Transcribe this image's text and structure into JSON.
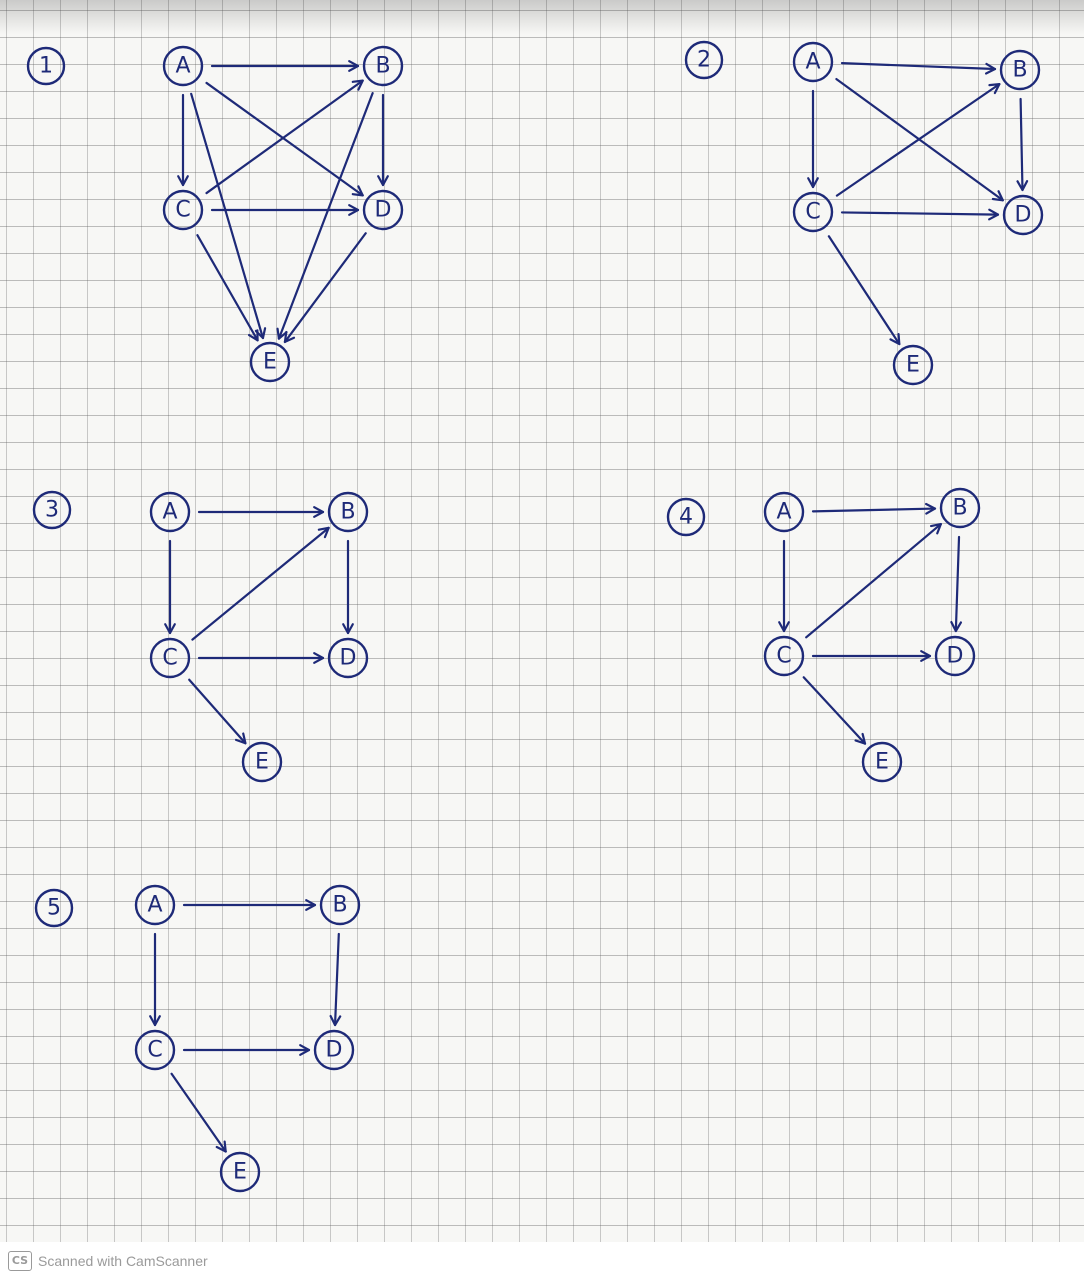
{
  "colors": {
    "ink": "#1e2a78"
  },
  "footer": {
    "logo": "CS",
    "text": "Scanned with CamScanner"
  },
  "figures": [
    {
      "number": "1",
      "nodes": [
        {
          "id": "A",
          "label": "A"
        },
        {
          "id": "B",
          "label": "B"
        },
        {
          "id": "C",
          "label": "C"
        },
        {
          "id": "D",
          "label": "D"
        },
        {
          "id": "E",
          "label": "E"
        }
      ],
      "edges": [
        {
          "from": "A",
          "to": "B"
        },
        {
          "from": "A",
          "to": "C"
        },
        {
          "from": "A",
          "to": "D"
        },
        {
          "from": "A",
          "to": "E"
        },
        {
          "from": "B",
          "to": "D"
        },
        {
          "from": "B",
          "to": "E"
        },
        {
          "from": "C",
          "to": "B"
        },
        {
          "from": "C",
          "to": "D"
        },
        {
          "from": "C",
          "to": "E"
        },
        {
          "from": "D",
          "to": "E"
        }
      ]
    },
    {
      "number": "2",
      "nodes": [
        {
          "id": "A",
          "label": "A"
        },
        {
          "id": "B",
          "label": "B"
        },
        {
          "id": "C",
          "label": "C"
        },
        {
          "id": "D",
          "label": "D"
        },
        {
          "id": "E",
          "label": "E"
        }
      ],
      "edges": [
        {
          "from": "A",
          "to": "B"
        },
        {
          "from": "A",
          "to": "C"
        },
        {
          "from": "A",
          "to": "D"
        },
        {
          "from": "B",
          "to": "D"
        },
        {
          "from": "C",
          "to": "B"
        },
        {
          "from": "C",
          "to": "D"
        },
        {
          "from": "C",
          "to": "E"
        }
      ]
    },
    {
      "number": "3",
      "nodes": [
        {
          "id": "A",
          "label": "A"
        },
        {
          "id": "B",
          "label": "B"
        },
        {
          "id": "C",
          "label": "C"
        },
        {
          "id": "D",
          "label": "D"
        },
        {
          "id": "E",
          "label": "E"
        }
      ],
      "edges": [
        {
          "from": "A",
          "to": "B"
        },
        {
          "from": "A",
          "to": "C"
        },
        {
          "from": "B",
          "to": "D"
        },
        {
          "from": "C",
          "to": "B"
        },
        {
          "from": "C",
          "to": "D"
        },
        {
          "from": "C",
          "to": "E"
        }
      ]
    },
    {
      "number": "4",
      "nodes": [
        {
          "id": "A",
          "label": "A"
        },
        {
          "id": "B",
          "label": "B"
        },
        {
          "id": "C",
          "label": "C"
        },
        {
          "id": "D",
          "label": "D"
        },
        {
          "id": "E",
          "label": "E"
        }
      ],
      "edges": [
        {
          "from": "A",
          "to": "B"
        },
        {
          "from": "A",
          "to": "C"
        },
        {
          "from": "B",
          "to": "D"
        },
        {
          "from": "C",
          "to": "B"
        },
        {
          "from": "C",
          "to": "D"
        },
        {
          "from": "C",
          "to": "E"
        }
      ]
    },
    {
      "number": "5",
      "nodes": [
        {
          "id": "A",
          "label": "A"
        },
        {
          "id": "B",
          "label": "B"
        },
        {
          "id": "C",
          "label": "C"
        },
        {
          "id": "D",
          "label": "D"
        },
        {
          "id": "E",
          "label": "E"
        }
      ],
      "edges": [
        {
          "from": "A",
          "to": "B"
        },
        {
          "from": "A",
          "to": "C"
        },
        {
          "from": "B",
          "to": "D"
        },
        {
          "from": "C",
          "to": "D"
        },
        {
          "from": "C",
          "to": "E"
        }
      ]
    }
  ]
}
